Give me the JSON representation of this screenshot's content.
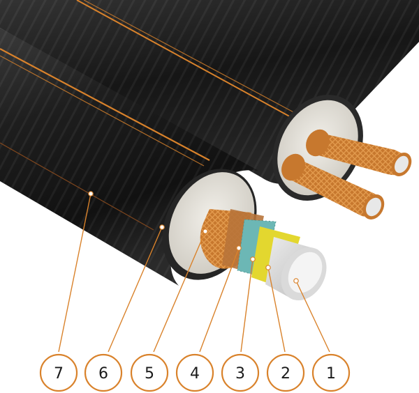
{
  "diagram": {
    "accent_color": "#d9822b",
    "jacket_color": "#1c1c1c",
    "foam_color": "#e6e3dc",
    "braid_color": "#c7782e",
    "inner_pipe_color": "#d8d8d8",
    "oxygen_barrier_color": "#e3d72f",
    "adhesive_color": "#6cb7b5",
    "callouts": [
      {
        "id": "7",
        "label": "7"
      },
      {
        "id": "6",
        "label": "6"
      },
      {
        "id": "5",
        "label": "5"
      },
      {
        "id": "4",
        "label": "4"
      },
      {
        "id": "3",
        "label": "3"
      },
      {
        "id": "2",
        "label": "2"
      },
      {
        "id": "1",
        "label": "1"
      }
    ]
  }
}
